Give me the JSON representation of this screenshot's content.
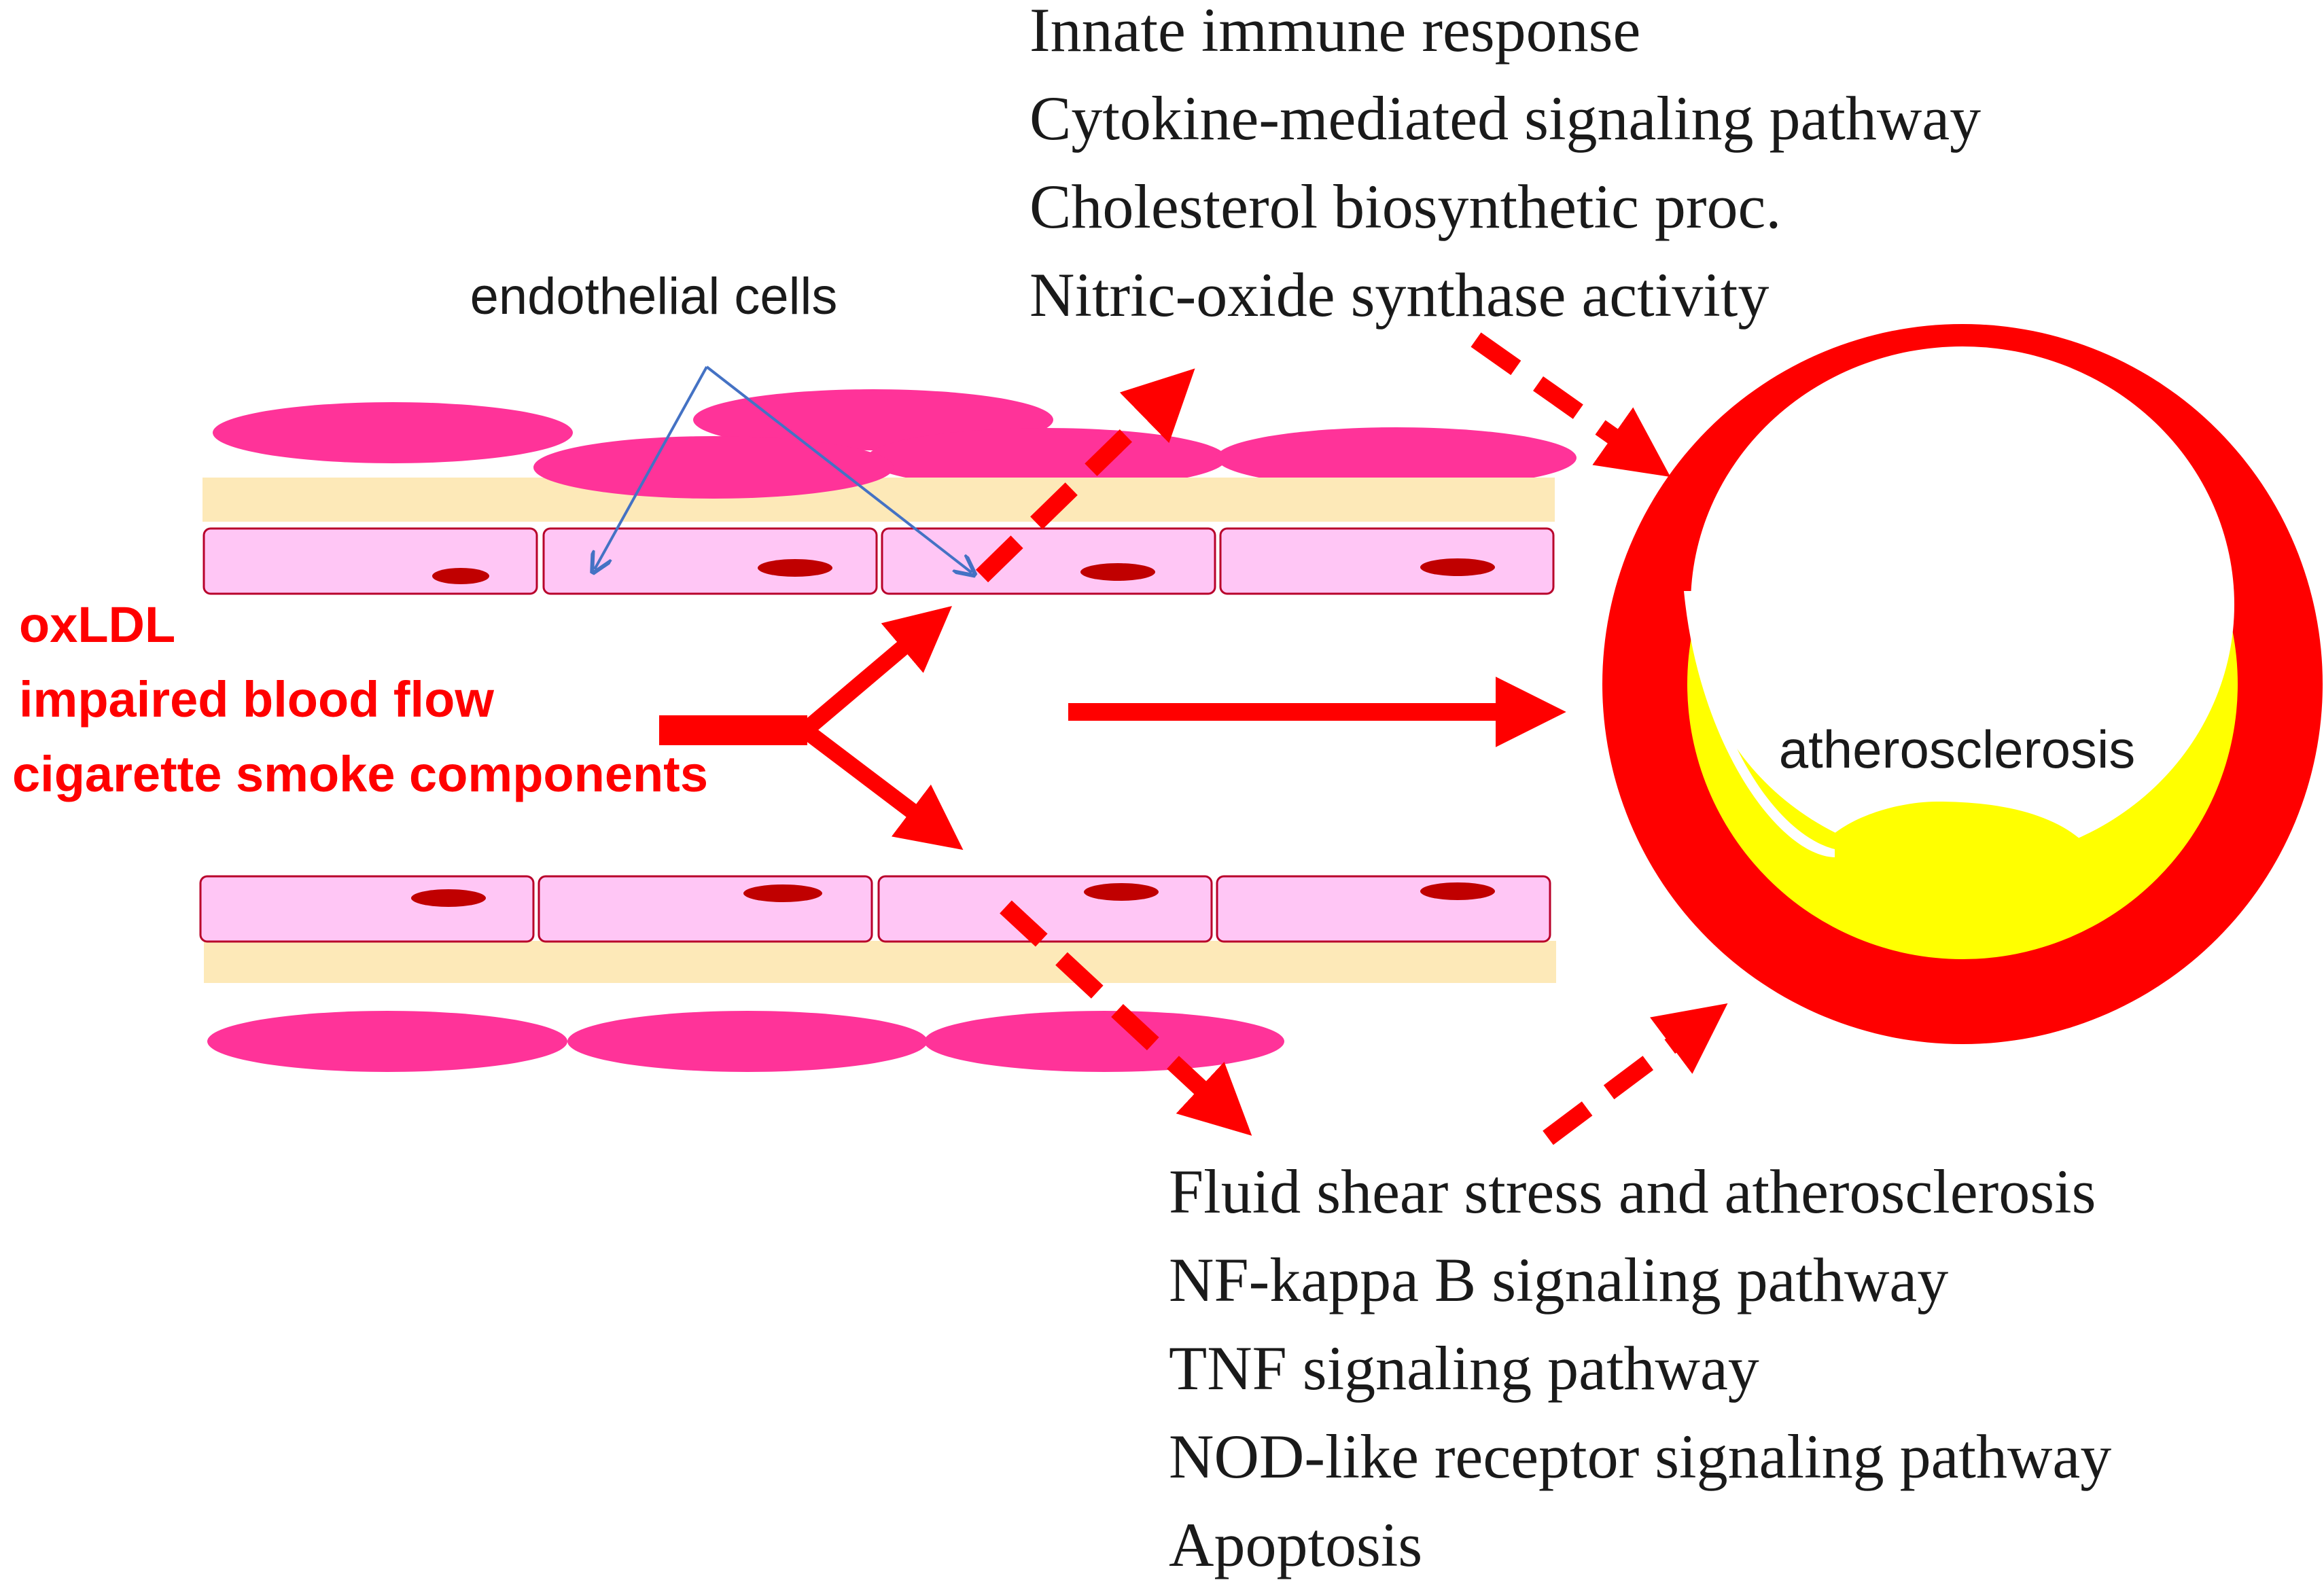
{
  "colors": {
    "smooth_muscle": "#ff3399",
    "basement": "#fde9b8",
    "endothelium_fill": "#ffc6f5",
    "endothelium_stroke": "#b8002a",
    "nucleus": "#c00000",
    "arrow_red": "#ff0000",
    "callout_blue": "#4472c4",
    "vessel_wall": "#ff0000",
    "plaque": "#ffff00",
    "text_dark": "#1a1a1a"
  },
  "labels": {
    "endothelial_cells": "endothelial cells",
    "atherosclerosis": "atherosclerosis"
  },
  "stimuli": [
    "oxLDL",
    "impaired blood flow",
    "cigarette smoke components"
  ],
  "upregulated_terms": [
    "Innate immune response",
    "Cytokine-mediated signaling pathway",
    "Cholesterol biosynthetic proc.",
    "Nitric-oxide synthase activity"
  ],
  "pathway_terms": [
    "Fluid shear stress and atherosclerosis",
    "NF-kappa B signaling pathway",
    "TNF signaling pathway",
    "NOD-like receptor signaling pathway",
    "Apoptosis"
  ],
  "icons": {
    "cells": "ellipse-cell-shapes",
    "arrows": "solid-and-dashed-red-arrows",
    "vessel": "vessel-cross-section-ring"
  }
}
